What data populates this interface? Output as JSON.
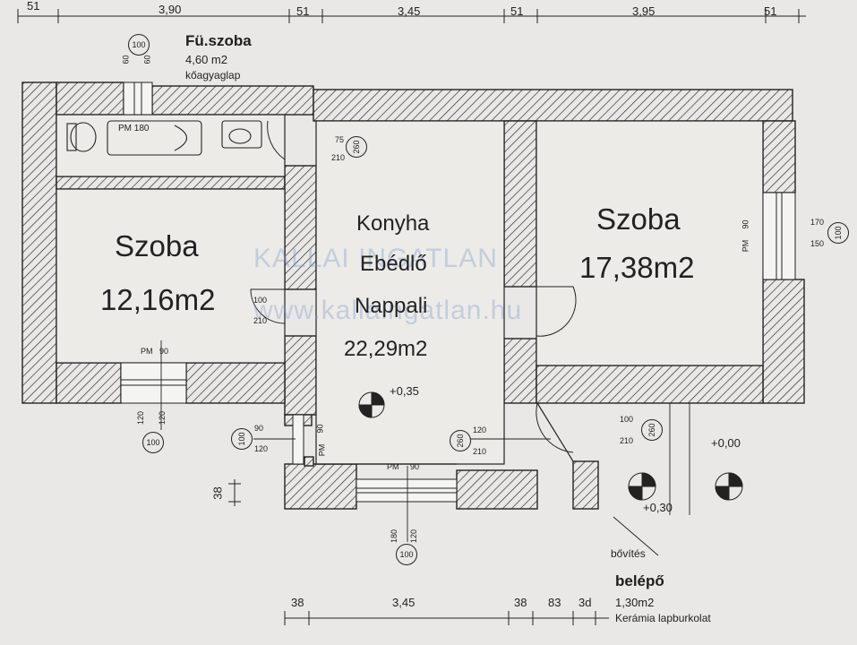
{
  "top_dims": [
    "51",
    "3,90",
    "51",
    "3,45",
    "51",
    "3,95",
    "51"
  ],
  "bottom_dims": [
    "38",
    "3,45",
    "38",
    "83",
    "3d"
  ],
  "side_dim": "38",
  "bath": {
    "name": "Fü.szoba",
    "area": "4,60 m2",
    "floor": "kőagyaglap",
    "tub": "PM 180"
  },
  "room_left": {
    "name": "Szoba",
    "area": "12,16m2"
  },
  "room_center": {
    "line1": "Konyha",
    "line2": "Ebédlő",
    "line3": "Nappali",
    "area": "22,29m2"
  },
  "room_right": {
    "name": "Szoba",
    "area": "17,38m2"
  },
  "entry": {
    "name": "belépő",
    "area": "1,30m2",
    "floor": "Kerámia lapburkolat",
    "extension": "bővítés"
  },
  "levels": {
    "center": "+0,35",
    "outside": "+0,00",
    "entry": "+0,30"
  },
  "watermark": {
    "line1": "KALLAI INGATLAN",
    "line2": "www.kallaingatlan.hu"
  },
  "openings": {
    "bath_window_w": "60",
    "bath_window_h": "60",
    "bath_window_tag": "100",
    "bath_door_w": "75",
    "bath_door_h": "210",
    "bath_door_tag": "260",
    "left_door_w": "100",
    "left_door_h": "210",
    "left_window_pm": "PM",
    "left_window_pm_h": "90",
    "left_window_w": "120",
    "left_window_h": "120",
    "left_window_tag": "100",
    "center_side_w": "90",
    "center_side_h": "120",
    "center_side_pm": "PM",
    "center_side_pm_h": "90",
    "center_side_tag": "100",
    "center_door_w": "120",
    "center_door_h": "210",
    "center_door_tag": "260",
    "bottom_pm": "PM",
    "bottom_pm_h": "90",
    "bottom_w": "180",
    "bottom_h": "120",
    "bottom_tag": "100",
    "right_window_pm": "PM",
    "right_window_pm_h": "90",
    "right_window_w": "170",
    "right_window_h": "150",
    "right_window_tag": "100",
    "entry_door_w": "100",
    "entry_door_h": "210",
    "entry_door_tag": "260"
  }
}
